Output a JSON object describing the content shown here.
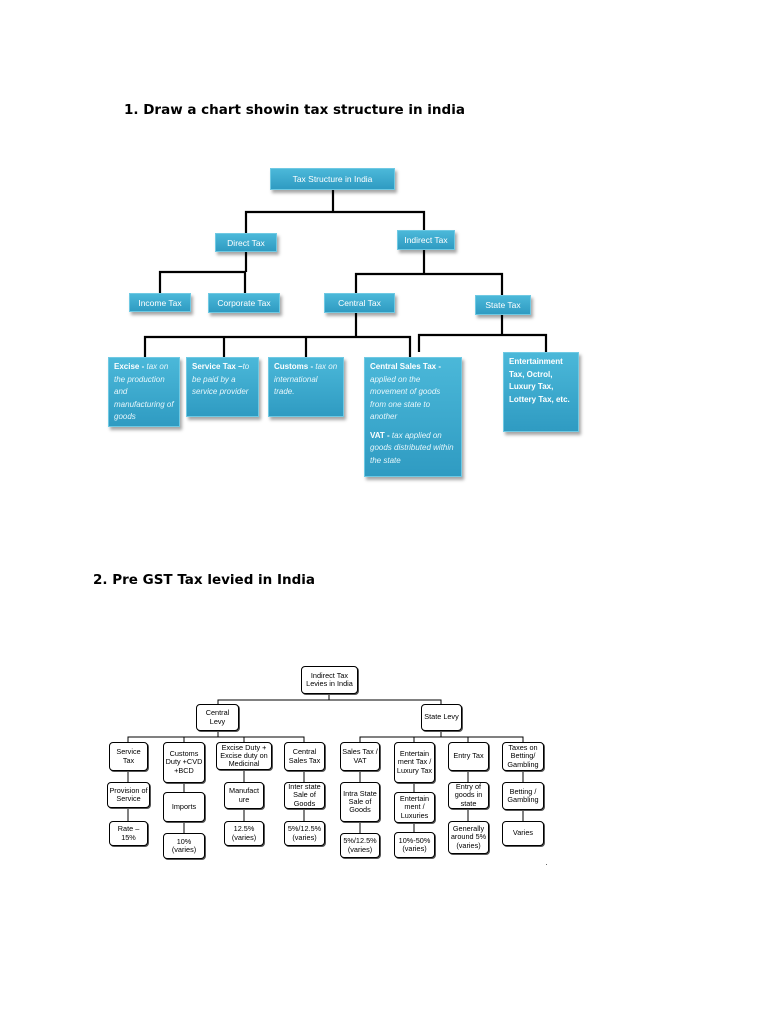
{
  "headings": {
    "q1": "1. Draw a chart showin tax structure in india",
    "q2": "2. Pre GST Tax levied in India"
  },
  "chart1": {
    "root": "Tax Structure in India",
    "direct": "Direct Tax",
    "indirect": "Indirect Tax",
    "income": "Income Tax",
    "corporate": "Corporate Tax",
    "central": "Central Tax",
    "state": "State Tax",
    "excise": {
      "lead": "Excise - ",
      "desc": "tax on the production and manufacturing of goods"
    },
    "service": {
      "lead": "Service Tax –",
      "desc": "to be paid by a service provider"
    },
    "customs": {
      "lead": "Customs - ",
      "desc": "tax on international trade."
    },
    "cst": {
      "lead": "Central Sales Tax - ",
      "desc": "applied on the movement of goods from one state to another"
    },
    "vat": {
      "lead": "VAT - ",
      "desc": "tax applied on goods distributed within the state"
    },
    "entertainment": "Entertainment Tax, Octrol, Luxury Tax, Lottery Tax, etc."
  },
  "chart2": {
    "root": "Indirect Tax Levies in India",
    "central": "Central Levy",
    "state": "State Levy",
    "cols": [
      {
        "name": "Service Tax",
        "on": "Provision of Service",
        "rate": "Rate – 15%"
      },
      {
        "name": "Customs Duty +CVD +BCD",
        "on": "Imports",
        "rate": "10% (varies)"
      },
      {
        "name": "Excise Duty + Excise duty on Medicinal",
        "on": "Manufact ure",
        "rate": "12.5% (varies)"
      },
      {
        "name": "Central Sales Tax",
        "on": "Inter state Sale of Goods",
        "rate": "5%/12.5% (varies)"
      },
      {
        "name": "Sales Tax / VAT",
        "on": "Intra State Sale of Goods",
        "rate": "5%/12.5% (varies)"
      },
      {
        "name": "Entertain ment Tax / Luxury Tax",
        "on": "Entertain ment / Luxuries",
        "rate": "10%-50% (varies)"
      },
      {
        "name": "Entry Tax",
        "on": "Entry of goods in state",
        "rate": "Generally around 5% (varies)"
      },
      {
        "name": "Taxes on Betting/ Gambling",
        "on": "Betting / Gambling",
        "rate": "Varies"
      }
    ]
  }
}
